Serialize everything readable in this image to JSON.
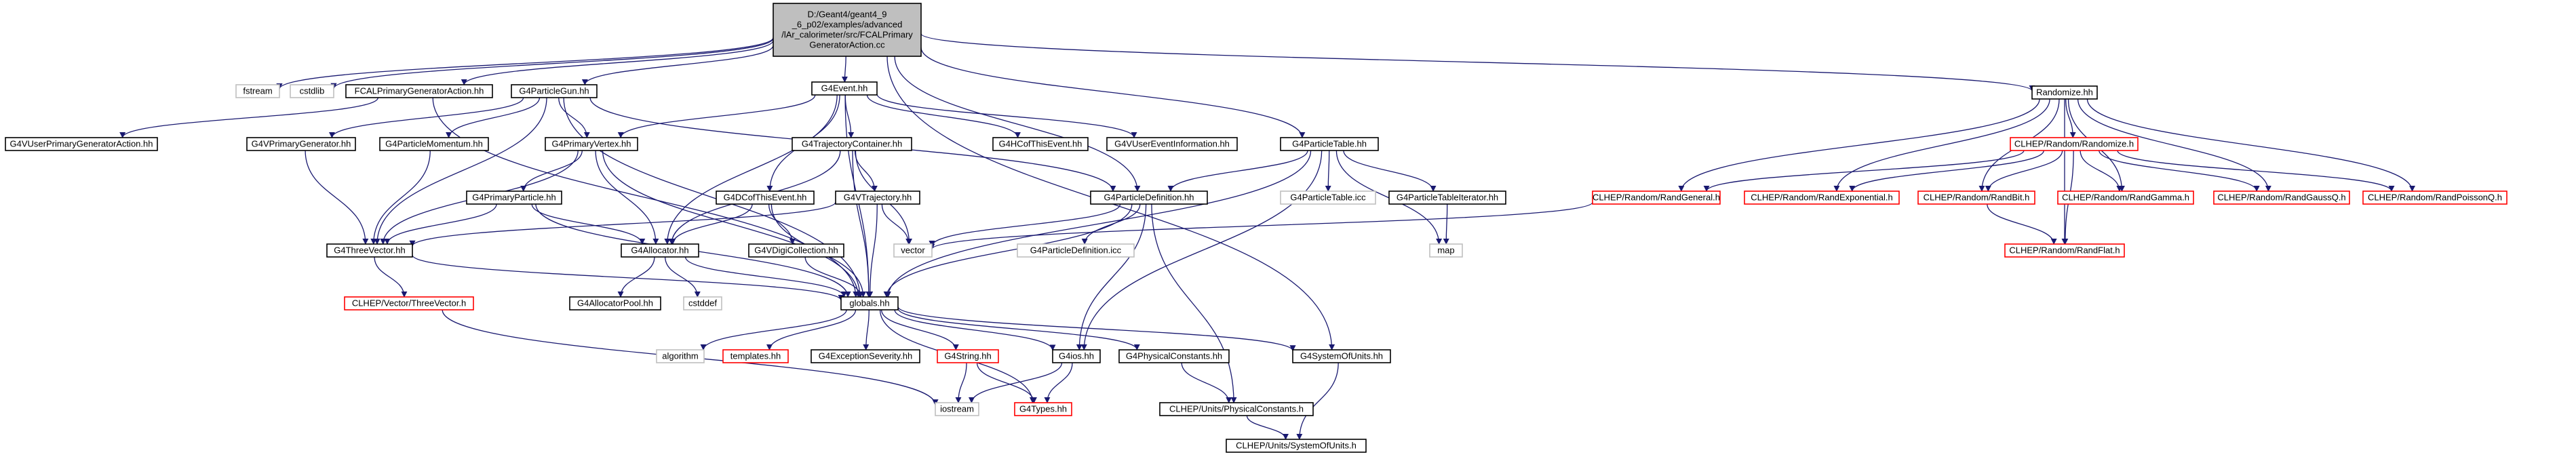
{
  "colors": {
    "edge": "#191970",
    "root_fill": "#bfbfbf",
    "normal_border": "#000000",
    "missing_border": "#ff0000",
    "system_border": "#bfbfbf",
    "text": "#000000"
  },
  "nodes": [
    {
      "id": "root",
      "lines": [
        "D:/Geant4/geant4_9",
        "_6_p02/examples/advanced",
        "/lAr_calorimeter/src/FCALPrimary",
        "GeneratorAction.cc"
      ],
      "kind": "root"
    },
    {
      "id": "fstream",
      "lines": [
        "fstream"
      ],
      "kind": "system"
    },
    {
      "id": "cstdlib",
      "lines": [
        "cstdlib"
      ],
      "kind": "system"
    },
    {
      "id": "fcalpga",
      "lines": [
        "FCALPrimaryGeneratorAction.hh"
      ],
      "kind": "normal"
    },
    {
      "id": "g4pgun",
      "lines": [
        "G4ParticleGun.hh"
      ],
      "kind": "normal"
    },
    {
      "id": "g4event",
      "lines": [
        "G4Event.hh"
      ],
      "kind": "normal"
    },
    {
      "id": "g4ptable",
      "lines": [
        "G4ParticleTable.hh"
      ],
      "kind": "normal"
    },
    {
      "id": "randomize",
      "lines": [
        "Randomize.hh"
      ],
      "kind": "normal"
    },
    {
      "id": "g4vupga",
      "lines": [
        "G4VUserPrimaryGeneratorAction.hh"
      ],
      "kind": "normal"
    },
    {
      "id": "g4vpg",
      "lines": [
        "G4VPrimaryGenerator.hh"
      ],
      "kind": "normal"
    },
    {
      "id": "g4pmom",
      "lines": [
        "G4ParticleMomentum.hh"
      ],
      "kind": "normal"
    },
    {
      "id": "g4pvtx",
      "lines": [
        "G4PrimaryVertex.hh"
      ],
      "kind": "normal"
    },
    {
      "id": "g4trajc",
      "lines": [
        "G4TrajectoryContainer.hh"
      ],
      "kind": "normal"
    },
    {
      "id": "g4hce",
      "lines": [
        "G4HCofThisEvent.hh"
      ],
      "kind": "normal"
    },
    {
      "id": "g4vuei",
      "lines": [
        "G4VUserEventInformation.hh"
      ],
      "kind": "normal"
    },
    {
      "id": "g4dce",
      "lines": [
        "G4DCofThisEvent.hh"
      ],
      "kind": "normal"
    },
    {
      "id": "g4vtraj",
      "lines": [
        "G4VTrajectory.hh"
      ],
      "kind": "normal"
    },
    {
      "id": "g4pdef",
      "lines": [
        "G4ParticleDefinition.hh"
      ],
      "kind": "normal"
    },
    {
      "id": "g4pticc",
      "lines": [
        "G4ParticleTable.icc"
      ],
      "kind": "system"
    },
    {
      "id": "g4ptit",
      "lines": [
        "G4ParticleTableIterator.hh"
      ],
      "kind": "normal"
    },
    {
      "id": "g4pprt",
      "lines": [
        "G4PrimaryParticle.hh"
      ],
      "kind": "normal"
    },
    {
      "id": "g43v",
      "lines": [
        "G4ThreeVector.hh"
      ],
      "kind": "normal"
    },
    {
      "id": "g4alloc",
      "lines": [
        "G4Allocator.hh"
      ],
      "kind": "normal"
    },
    {
      "id": "g4vdc",
      "lines": [
        "G4VDigiCollection.hh"
      ],
      "kind": "normal"
    },
    {
      "id": "vector",
      "lines": [
        "vector"
      ],
      "kind": "system"
    },
    {
      "id": "g4pdicc",
      "lines": [
        "G4ParticleDefinition.icc"
      ],
      "kind": "system"
    },
    {
      "id": "map",
      "lines": [
        "map"
      ],
      "kind": "system"
    },
    {
      "id": "randrandomize",
      "lines": [
        "CLHEP/Random/Randomize.h"
      ],
      "kind": "missing"
    },
    {
      "id": "randgeneral",
      "lines": [
        "CLHEP/Random/RandGeneral.h"
      ],
      "kind": "missing"
    },
    {
      "id": "randexp",
      "lines": [
        "CLHEP/Random/RandExponential.h"
      ],
      "kind": "missing"
    },
    {
      "id": "randbit",
      "lines": [
        "CLHEP/Random/RandBit.h"
      ],
      "kind": "missing"
    },
    {
      "id": "randgamma",
      "lines": [
        "CLHEP/Random/RandGamma.h"
      ],
      "kind": "missing"
    },
    {
      "id": "randgaussq",
      "lines": [
        "CLHEP/Random/RandGaussQ.h"
      ],
      "kind": "missing"
    },
    {
      "id": "randpoissonq",
      "lines": [
        "CLHEP/Random/RandPoissonQ.h"
      ],
      "kind": "missing"
    },
    {
      "id": "randflat",
      "lines": [
        "CLHEP/Random/RandFlat.h"
      ],
      "kind": "missing"
    },
    {
      "id": "clhep3v",
      "lines": [
        "CLHEP/Vector/ThreeVector.h"
      ],
      "kind": "missing"
    },
    {
      "id": "g4allocpool",
      "lines": [
        "G4AllocatorPool.hh"
      ],
      "kind": "normal"
    },
    {
      "id": "cstddef",
      "lines": [
        "cstddef"
      ],
      "kind": "system"
    },
    {
      "id": "globals",
      "lines": [
        "globals.hh"
      ],
      "kind": "normal"
    },
    {
      "id": "algorithm",
      "lines": [
        "algorithm"
      ],
      "kind": "system"
    },
    {
      "id": "templates",
      "lines": [
        "templates.hh"
      ],
      "kind": "missing"
    },
    {
      "id": "g4excsev",
      "lines": [
        "G4ExceptionSeverity.hh"
      ],
      "kind": "normal"
    },
    {
      "id": "g4string",
      "lines": [
        "G4String.hh"
      ],
      "kind": "missing"
    },
    {
      "id": "g4ios",
      "lines": [
        "G4ios.hh"
      ],
      "kind": "normal"
    },
    {
      "id": "g4physconst",
      "lines": [
        "G4PhysicalConstants.hh"
      ],
      "kind": "normal"
    },
    {
      "id": "g4sysunits",
      "lines": [
        "G4SystemOfUnits.hh"
      ],
      "kind": "normal"
    },
    {
      "id": "iostream",
      "lines": [
        "iostream"
      ],
      "kind": "system"
    },
    {
      "id": "g4types",
      "lines": [
        "G4Types.hh"
      ],
      "kind": "missing"
    },
    {
      "id": "clhepphys",
      "lines": [
        "CLHEP/Units/PhysicalConstants.h"
      ],
      "kind": "normal"
    },
    {
      "id": "clhepsys",
      "lines": [
        "CLHEP/Units/SystemOfUnits.h"
      ],
      "kind": "normal"
    }
  ],
  "edges": [
    [
      "root",
      "fstream"
    ],
    [
      "root",
      "cstdlib"
    ],
    [
      "root",
      "fcalpga"
    ],
    [
      "root",
      "g4pgun"
    ],
    [
      "root",
      "g4event"
    ],
    [
      "root",
      "g4ptable"
    ],
    [
      "root",
      "randomize"
    ],
    [
      "root",
      "g4pdef"
    ],
    [
      "root",
      "g4sysunits"
    ],
    [
      "fcalpga",
      "g4vupga"
    ],
    [
      "fcalpga",
      "globals"
    ],
    [
      "g4pgun",
      "globals"
    ],
    [
      "g4pgun",
      "g4vpg"
    ],
    [
      "g4pgun",
      "g4pmom"
    ],
    [
      "g4pgun",
      "g4pvtx"
    ],
    [
      "g4pgun",
      "g4pdef"
    ],
    [
      "g4pgun",
      "g43v"
    ],
    [
      "g4event",
      "g4pvtx"
    ],
    [
      "g4event",
      "g4trajc"
    ],
    [
      "g4event",
      "g4hce"
    ],
    [
      "g4event",
      "g4vuei"
    ],
    [
      "g4event",
      "g4dce"
    ],
    [
      "g4event",
      "g4alloc"
    ],
    [
      "g4event",
      "globals"
    ],
    [
      "g4ptable",
      "g4pdef"
    ],
    [
      "g4ptable",
      "g4pticc"
    ],
    [
      "g4ptable",
      "g4ptit"
    ],
    [
      "g4ptable",
      "globals"
    ],
    [
      "g4ptable",
      "map"
    ],
    [
      "g4ptable",
      "g4ios"
    ],
    [
      "randomize",
      "randrandomize"
    ],
    [
      "randomize",
      "randgeneral"
    ],
    [
      "randomize",
      "randexp"
    ],
    [
      "randomize",
      "randbit"
    ],
    [
      "randomize",
      "randgamma"
    ],
    [
      "randomize",
      "randgaussq"
    ],
    [
      "randomize",
      "randpoissonq"
    ],
    [
      "randomize",
      "randflat"
    ],
    [
      "randrandomize",
      "randgeneral"
    ],
    [
      "randrandomize",
      "randexp"
    ],
    [
      "randrandomize",
      "randbit"
    ],
    [
      "randrandomize",
      "randgamma"
    ],
    [
      "randrandomize",
      "randgaussq"
    ],
    [
      "randrandomize",
      "randpoissonq"
    ],
    [
      "randrandomize",
      "randflat"
    ],
    [
      "randgeneral",
      "vector"
    ],
    [
      "randbit",
      "randflat"
    ],
    [
      "g4vpg",
      "g43v"
    ],
    [
      "g4pmom",
      "g43v"
    ],
    [
      "g4pvtx",
      "g4pprt"
    ],
    [
      "g4pvtx",
      "g4alloc"
    ],
    [
      "g4pvtx",
      "g43v"
    ],
    [
      "g4pvtx",
      "globals"
    ],
    [
      "g4trajc",
      "g4vtraj"
    ],
    [
      "g4trajc",
      "g4alloc"
    ],
    [
      "g4trajc",
      "vector"
    ],
    [
      "g4trajc",
      "globals"
    ],
    [
      "g4dce",
      "g4vdc"
    ],
    [
      "g4dce",
      "g4alloc"
    ],
    [
      "g4dce",
      "globals"
    ],
    [
      "g4vtraj",
      "g43v"
    ],
    [
      "g4vtraj",
      "vector"
    ],
    [
      "g4vtraj",
      "globals"
    ],
    [
      "g4pdef",
      "g4pdicc"
    ],
    [
      "g4pdef",
      "vector"
    ],
    [
      "g4pdef",
      "globals"
    ],
    [
      "g4pdef",
      "g4ios"
    ],
    [
      "g4pdef",
      "clhepphys"
    ],
    [
      "g4ptit",
      "map"
    ],
    [
      "g4pprt",
      "g4alloc"
    ],
    [
      "g4pprt",
      "g43v"
    ],
    [
      "g4pprt",
      "globals"
    ],
    [
      "g43v",
      "clhep3v"
    ],
    [
      "g43v",
      "globals"
    ],
    [
      "g4alloc",
      "g4allocpool"
    ],
    [
      "g4alloc",
      "cstddef"
    ],
    [
      "g4alloc",
      "globals"
    ],
    [
      "g4vdc",
      "globals"
    ],
    [
      "clhep3v",
      "iostream"
    ],
    [
      "globals",
      "algorithm"
    ],
    [
      "globals",
      "templates"
    ],
    [
      "globals",
      "g4excsev"
    ],
    [
      "globals",
      "g4string"
    ],
    [
      "globals",
      "g4ios"
    ],
    [
      "globals",
      "g4types"
    ],
    [
      "globals",
      "g4physconst"
    ],
    [
      "globals",
      "g4sysunits"
    ],
    [
      "g4string",
      "iostream"
    ],
    [
      "g4string",
      "g4types"
    ],
    [
      "g4ios",
      "iostream"
    ],
    [
      "g4ios",
      "g4types"
    ],
    [
      "g4physconst",
      "clhepphys"
    ],
    [
      "g4sysunits",
      "clhepsys"
    ],
    [
      "clhepphys",
      "clhepsys"
    ]
  ]
}
